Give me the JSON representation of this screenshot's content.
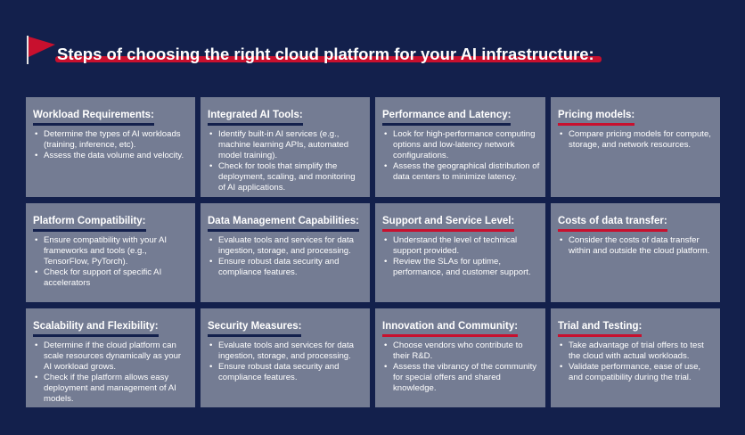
{
  "title": "Steps of choosing the right cloud platform for your AI infrastructure:",
  "colors": {
    "background": "#13204c",
    "card": "#747c93",
    "accent_red": "#c8102e",
    "accent_navy": "#13204c"
  },
  "icons": {
    "flag": "red-flag-icon"
  },
  "cards": [
    {
      "title": "Workload Requirements:",
      "underline": "navy",
      "items": [
        "Determine the types of AI workloads (training, inference, etc).",
        "Assess the data volume and velocity."
      ]
    },
    {
      "title": "Integrated AI Tools:",
      "underline": "navy",
      "items": [
        "Identify built-in AI services (e.g., machine learning APIs, automated model training).",
        "Check for tools that simplify the deployment, scaling, and monitoring of AI applications."
      ]
    },
    {
      "title": "Performance and Latency:",
      "underline": "navy",
      "items": [
        "Look for high-performance computing options and low-latency network configurations.",
        "Assess the geographical distribution of data centers to minimize latency."
      ]
    },
    {
      "title": "Pricing models:",
      "underline": "red",
      "items": [
        "Compare pricing models for compute, storage, and network resources."
      ]
    },
    {
      "title": "Platform Compatibility:",
      "underline": "navy",
      "items": [
        "Ensure compatibility with your AI frameworks and tools (e.g., TensorFlow, PyTorch).",
        "Check for support of specific AI accelerators"
      ]
    },
    {
      "title": "Data Management Capabilities:",
      "underline": "navy",
      "items": [
        "Evaluate tools and services for data ingestion, storage, and processing.",
        "Ensure robust data security and compliance features."
      ]
    },
    {
      "title": "Support and Service Level:",
      "underline": "red",
      "items": [
        "Understand the level of technical support provided.",
        "Review the SLAs for uptime, performance, and customer support."
      ]
    },
    {
      "title": "Costs of data transfer:",
      "underline": "red",
      "items": [
        "Consider the costs of data transfer within and outside the cloud platform."
      ]
    },
    {
      "title": "Scalability and Flexibility:",
      "underline": "navy",
      "items": [
        "Determine if the cloud platform can scale resources dynamically as your AI workload grows.",
        "Check if the platform allows easy deployment and management of AI models."
      ]
    },
    {
      "title": "Security Measures:",
      "underline": "navy",
      "items": [
        "Evaluate tools and services for data ingestion, storage, and processing.",
        "Ensure robust data security and compliance features."
      ]
    },
    {
      "title": "Innovation and Community:",
      "underline": "red",
      "items": [
        "Choose vendors who contribute to their R&D.",
        "Assess the vibrancy of the community for special offers and shared knowledge."
      ]
    },
    {
      "title": "Trial and Testing:",
      "underline": "red",
      "items": [
        "Take advantage of trial offers to test the cloud with actual workloads.",
        "Validate performance, ease of use, and compatibility during the trial."
      ]
    }
  ]
}
